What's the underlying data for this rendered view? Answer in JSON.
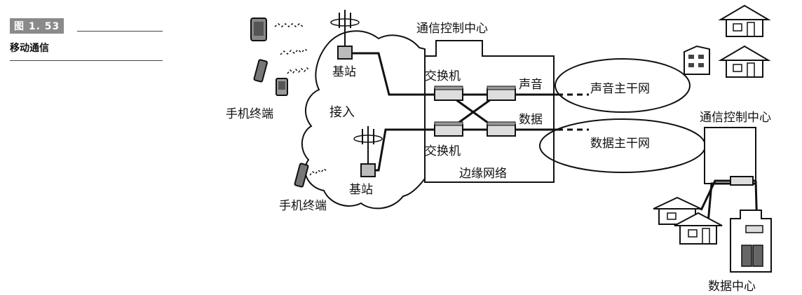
{
  "figure": {
    "number": "图 1. 53",
    "title": "移动通信"
  },
  "labels": {
    "terminal_top": "手机终端",
    "terminal_bottom": "手机终端",
    "base_station_top": "基站",
    "base_station_bottom": "基站",
    "access": "接入",
    "control_center_top": "通信控制中心",
    "control_center_right": "通信控制中心",
    "switch_top": "交换机",
    "switch_bottom": "交换机",
    "voice": "声音",
    "data": "数据",
    "edge_network": "边缘网络",
    "voice_backbone": "声音主干网",
    "data_backbone": "数据主干网",
    "data_center": "数据中心"
  }
}
